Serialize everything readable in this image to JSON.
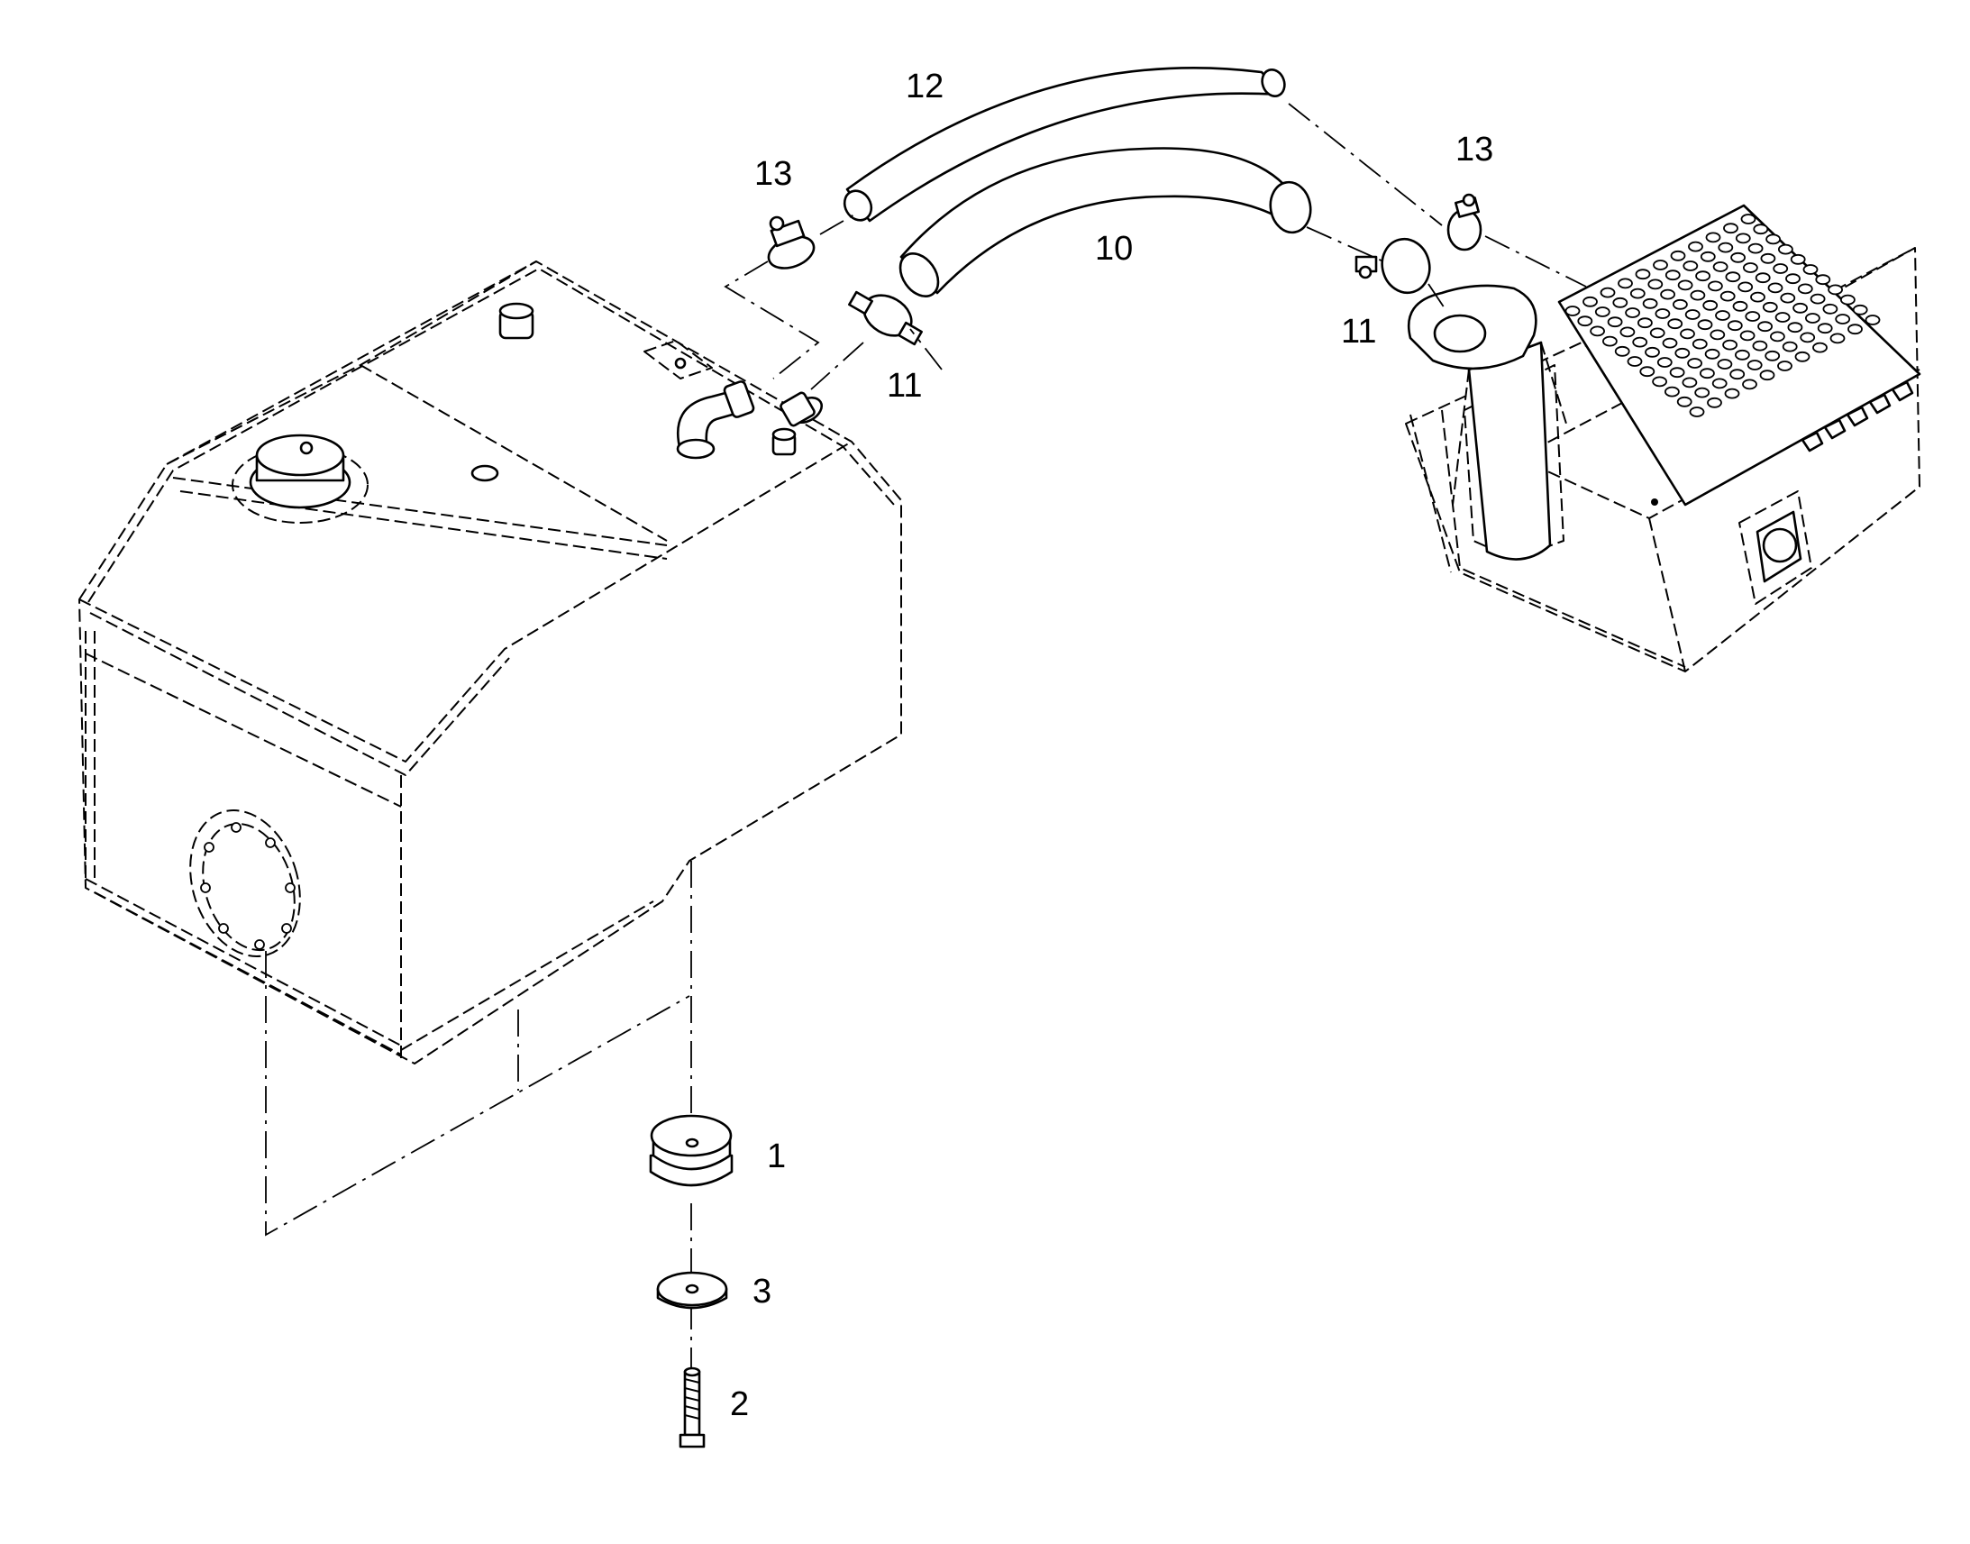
{
  "callouts": {
    "c12": "12",
    "c13_left": "13",
    "c13_right": "13",
    "c10": "10",
    "c11_left": "11",
    "c11_right": "11",
    "c1": "1",
    "c3": "3",
    "c2": "2"
  },
  "parts": [
    {
      "item": "1",
      "name": "plug"
    },
    {
      "item": "2",
      "name": "bolt"
    },
    {
      "item": "3",
      "name": "washer"
    },
    {
      "item": "10",
      "name": "hose"
    },
    {
      "item": "11",
      "name": "hose-clamp"
    },
    {
      "item": "12",
      "name": "hose"
    },
    {
      "item": "13",
      "name": "hose-clamp"
    }
  ]
}
